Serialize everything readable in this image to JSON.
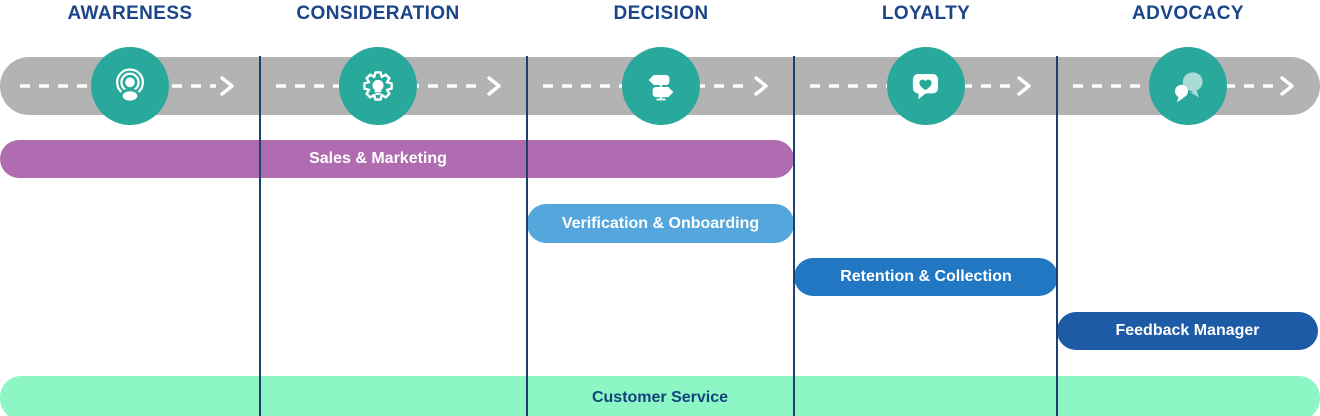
{
  "palette": {
    "header-navy": "#1a4589",
    "divider-navy": "#1c4170",
    "track-gray": "#b3b3b3",
    "node-teal": "#29a89c",
    "bubble-light-teal": "#a9dcd6"
  },
  "stages": [
    {
      "label": "AWARENESS",
      "icon": "broadcast-person-icon"
    },
    {
      "label": "CONSIDERATION",
      "icon": "gear-lightbulb-icon"
    },
    {
      "label": "DECISION",
      "icon": "signpost-icon"
    },
    {
      "label": "LOYALTY",
      "icon": "heart-badge-icon"
    },
    {
      "label": "ADVOCACY",
      "icon": "chat-bubbles-icon"
    }
  ],
  "bars": [
    {
      "label": "Sales & Marketing",
      "color": "#b06cb0",
      "text_color": "#ffffff"
    },
    {
      "label": "Verification & Onboarding",
      "color": "#55a6dc",
      "text_color": "#ffffff"
    },
    {
      "label": "Retention & Collection",
      "color": "#2277c3",
      "text_color": "#ffffff"
    },
    {
      "label": "Feedback Manager",
      "color": "#1e5ba6",
      "text_color": "#ffffff"
    },
    {
      "label": "Customer Service",
      "color": "#8cf7c5",
      "text_color": "#15437c"
    }
  ]
}
